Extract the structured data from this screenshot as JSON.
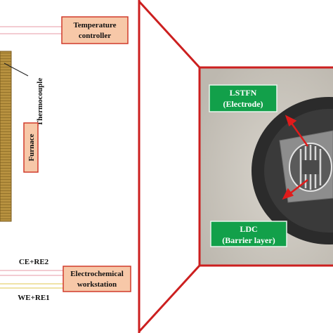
{
  "labels": {
    "temp_line1": "Temperature",
    "temp_line2": "controller",
    "thermocouple": "Thermocouple",
    "furnace": "Furnace",
    "ce_re2": "CE+RE2",
    "we_re1": "WE+RE1",
    "echem_line1": "Electrochemical",
    "echem_line2": "workstation",
    "lstfn_line1": "LSTFN",
    "lstfn_line2": "(Electrode)",
    "ldc_line1": "LDC",
    "ldc_line2": "(Barrier layer)"
  },
  "colors": {
    "frame_red": "#cc1f1f",
    "label_box_fill": "#f7c8a8",
    "label_box_border": "#d03a2a",
    "green_box": "#12a04a",
    "furnace_brown": "#b08a3a",
    "photo_bg": "#cfcbc3",
    "wire_pink": "#e79aa6",
    "wire_yellow": "#e2c74d"
  }
}
